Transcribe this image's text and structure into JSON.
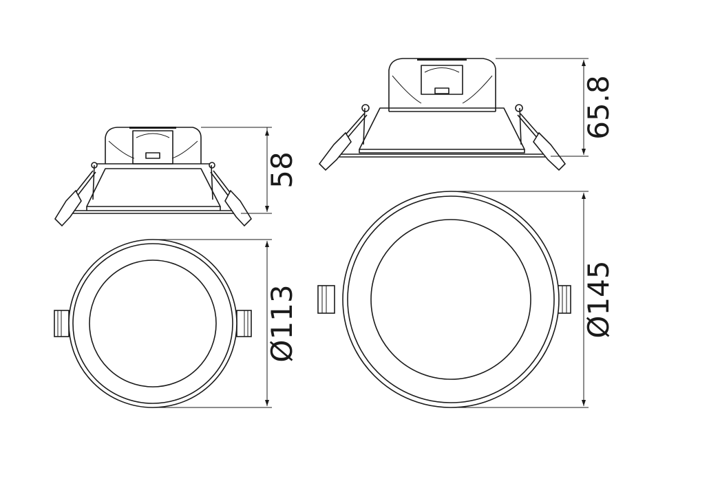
{
  "drawing": {
    "small_fixture": {
      "height_label": "58",
      "diameter_label": "Ø113"
    },
    "large_fixture": {
      "height_label": "65.8",
      "diameter_label": "Ø145"
    }
  }
}
